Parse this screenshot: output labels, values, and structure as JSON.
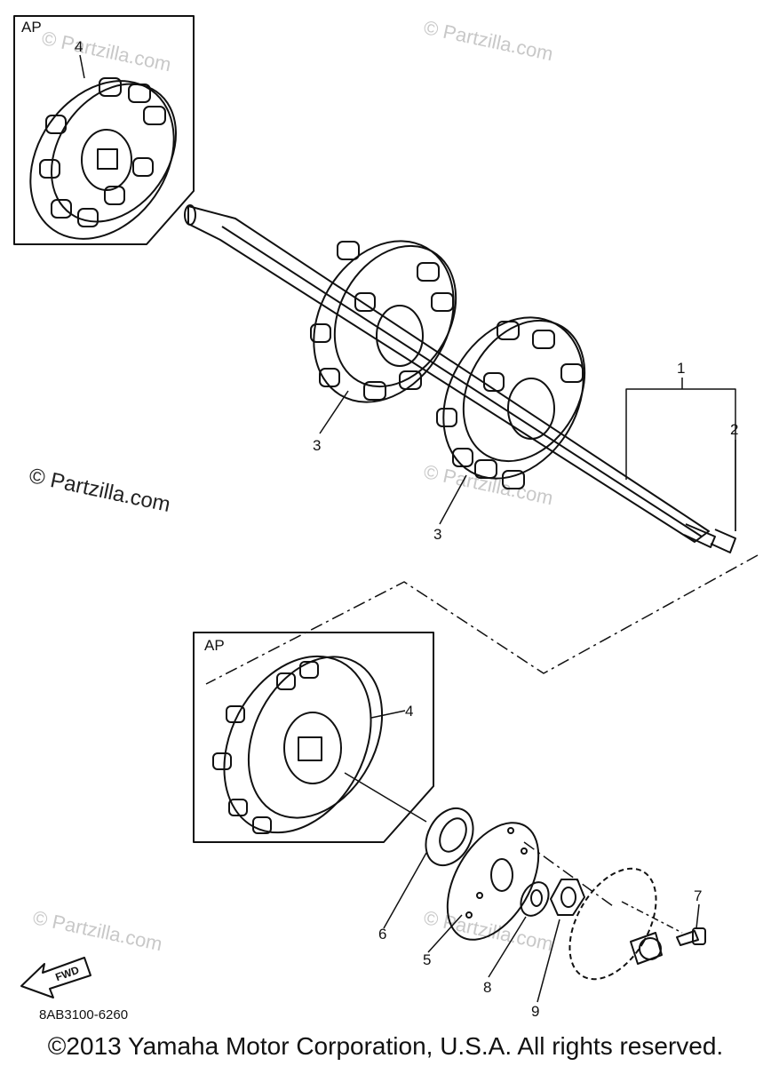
{
  "diagram": {
    "labels": {
      "ap_top": "AP",
      "ap_bottom": "AP",
      "part_1": "1",
      "part_2": "2",
      "part_3a": "3",
      "part_3b": "3",
      "part_4_top": "4",
      "part_4_bottom": "4",
      "part_5": "5",
      "part_6": "6",
      "part_7": "7",
      "part_8": "8",
      "part_9": "9",
      "fwd": "FWD"
    },
    "drawing_code": "8AB3100-6260",
    "watermark": "© Partzilla.com",
    "copyright": "©2013 Yamaha Motor Corporation, U.S.A. All rights reserved."
  }
}
